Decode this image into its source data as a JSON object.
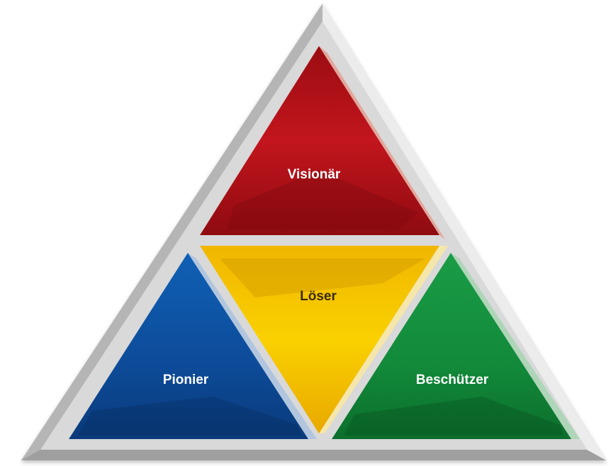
{
  "segments": {
    "top": {
      "label": "Visionär",
      "color": "#c0141c",
      "label_color": "#ffffff"
    },
    "center": {
      "label": "Löser",
      "color": "#f7c600",
      "label_color": "#3a2a00"
    },
    "left": {
      "label": "Pionier",
      "color": "#0e4fa0",
      "label_color": "#ffffff"
    },
    "right": {
      "label": "Beschützer",
      "color": "#138a3c",
      "label_color": "#ffffff"
    }
  },
  "frame": {
    "color": "#c9c9c9"
  }
}
